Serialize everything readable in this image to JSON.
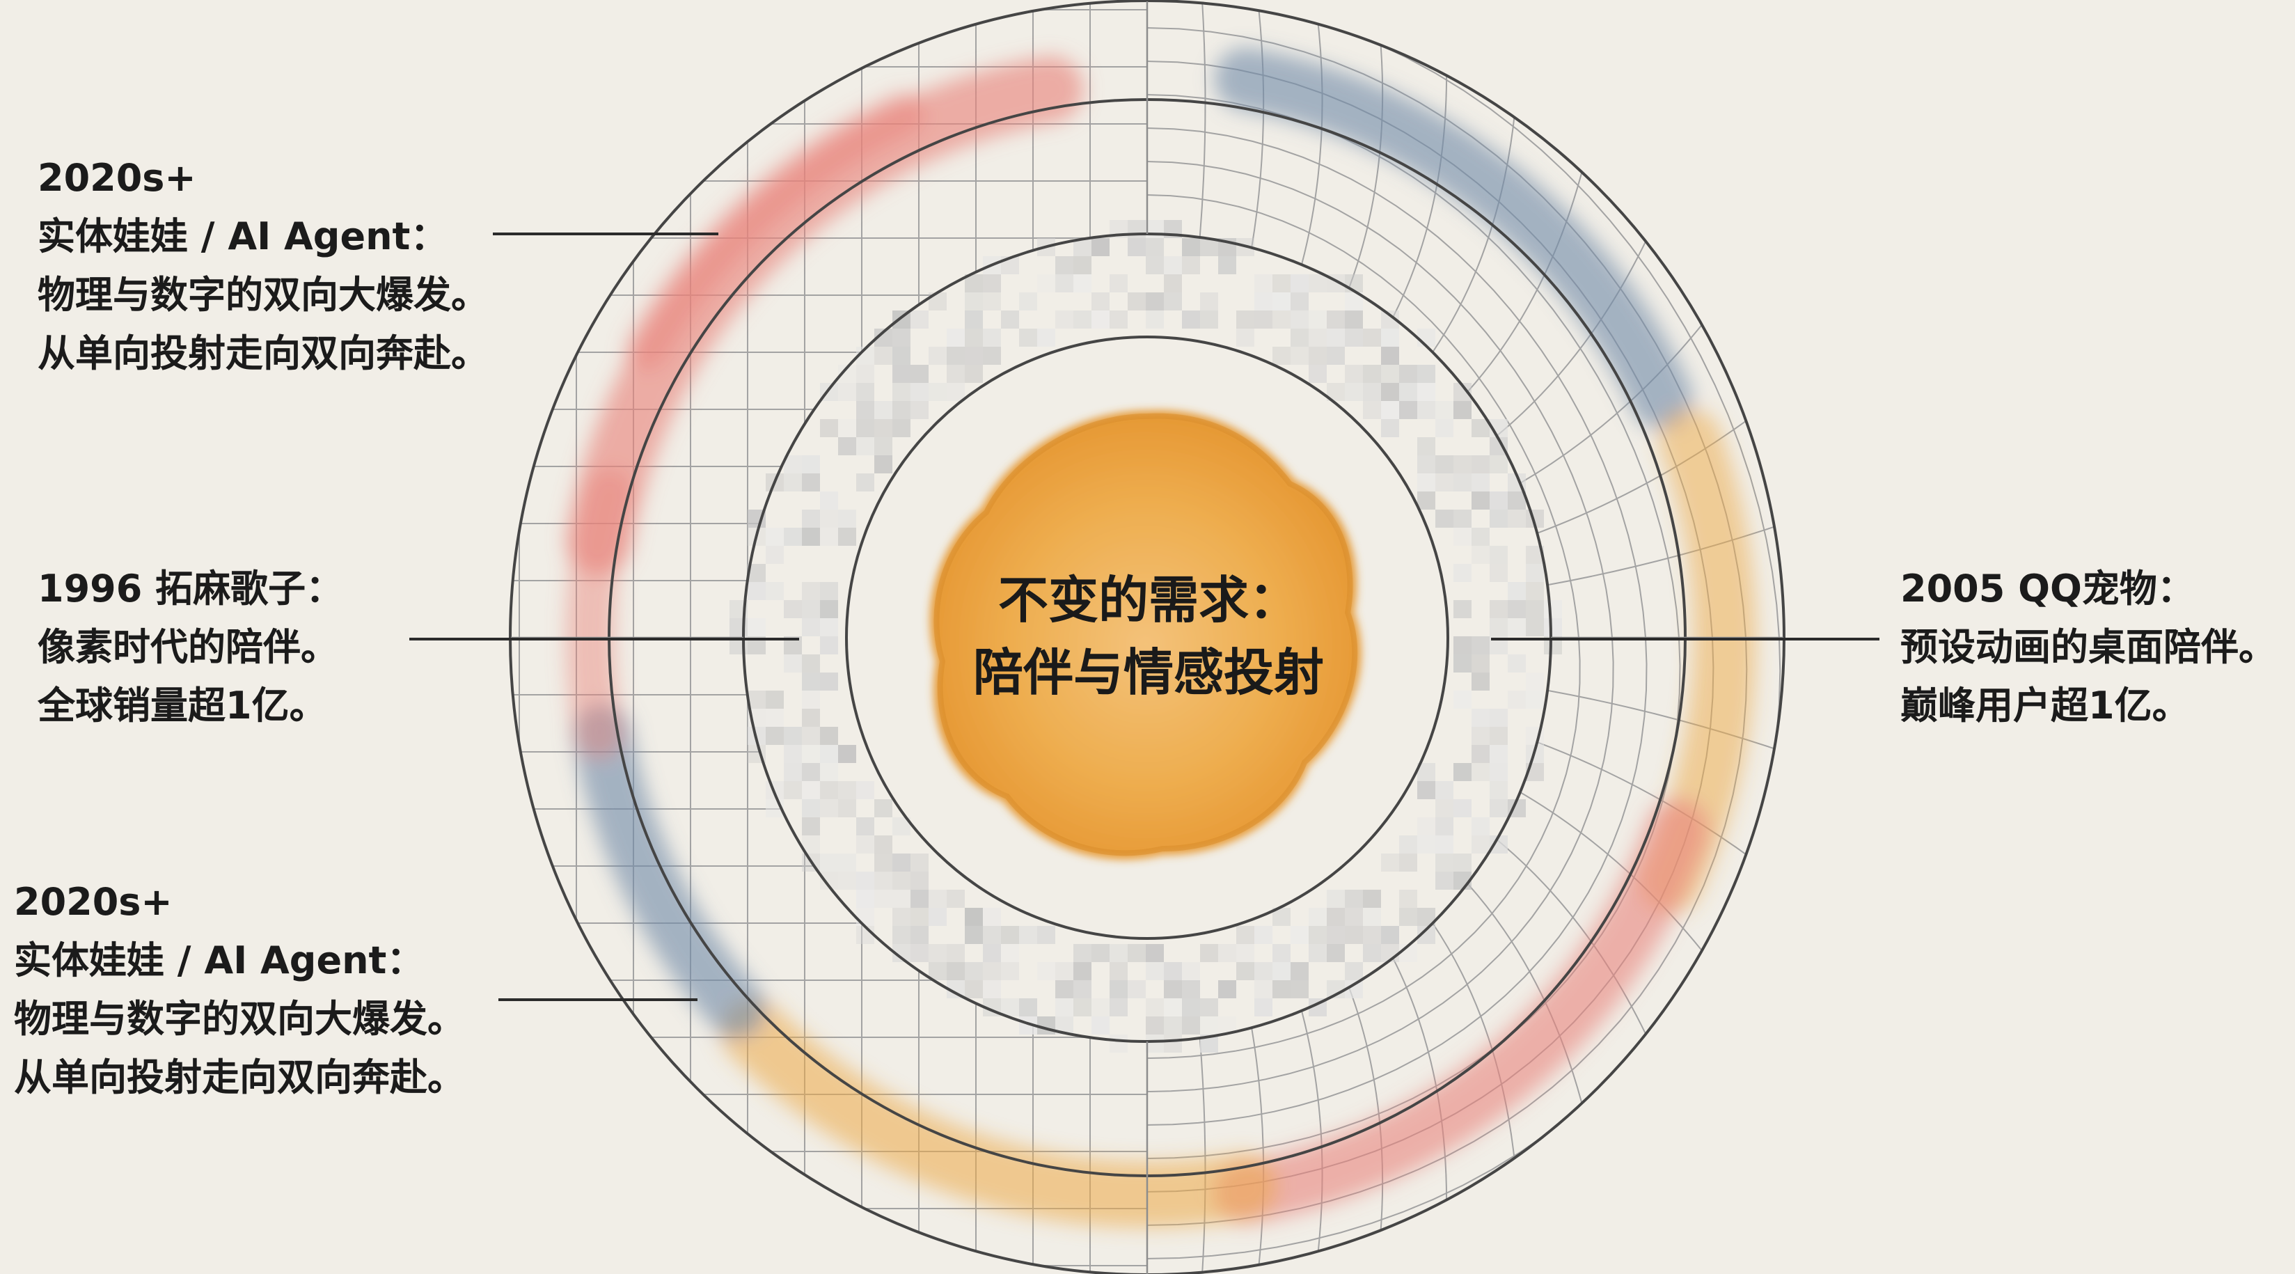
{
  "center": {
    "line1": "不变的需求：",
    "line2": "陪伴与情感投射"
  },
  "annotations": {
    "top_left": {
      "year": "2020s+",
      "title": "实体娃娃 / AI Agent：",
      "desc1": "物理与数字的双向大爆发。",
      "desc2": "从单向投射走向双向奔赴。"
    },
    "left": {
      "title": "1996 拓麻歌子：",
      "desc1": "像素时代的陪伴。",
      "desc2": "全球销量超1亿。"
    },
    "bottom_left": {
      "year": "2020s+",
      "title": "实体娃娃 / AI Agent：",
      "desc1": "物理与数字的双向大爆发。",
      "desc2": "从单向投射走向双向奔赴。"
    },
    "right": {
      "title": "2005 QQ宠物：",
      "desc1": "预设动画的桌面陪伴。",
      "desc2": "巅峰用户超1亿。"
    }
  },
  "colors": {
    "background": "#f1eee7",
    "ring_line": "#4a4a4a",
    "grid_line": "#9a9a9a",
    "watercolor_red": "#e9827a",
    "watercolor_blue": "#6f8aa8",
    "watercolor_orange": "#eda948",
    "center_blob": "#eeae50",
    "pixel_gray": "#c9c9c9"
  }
}
